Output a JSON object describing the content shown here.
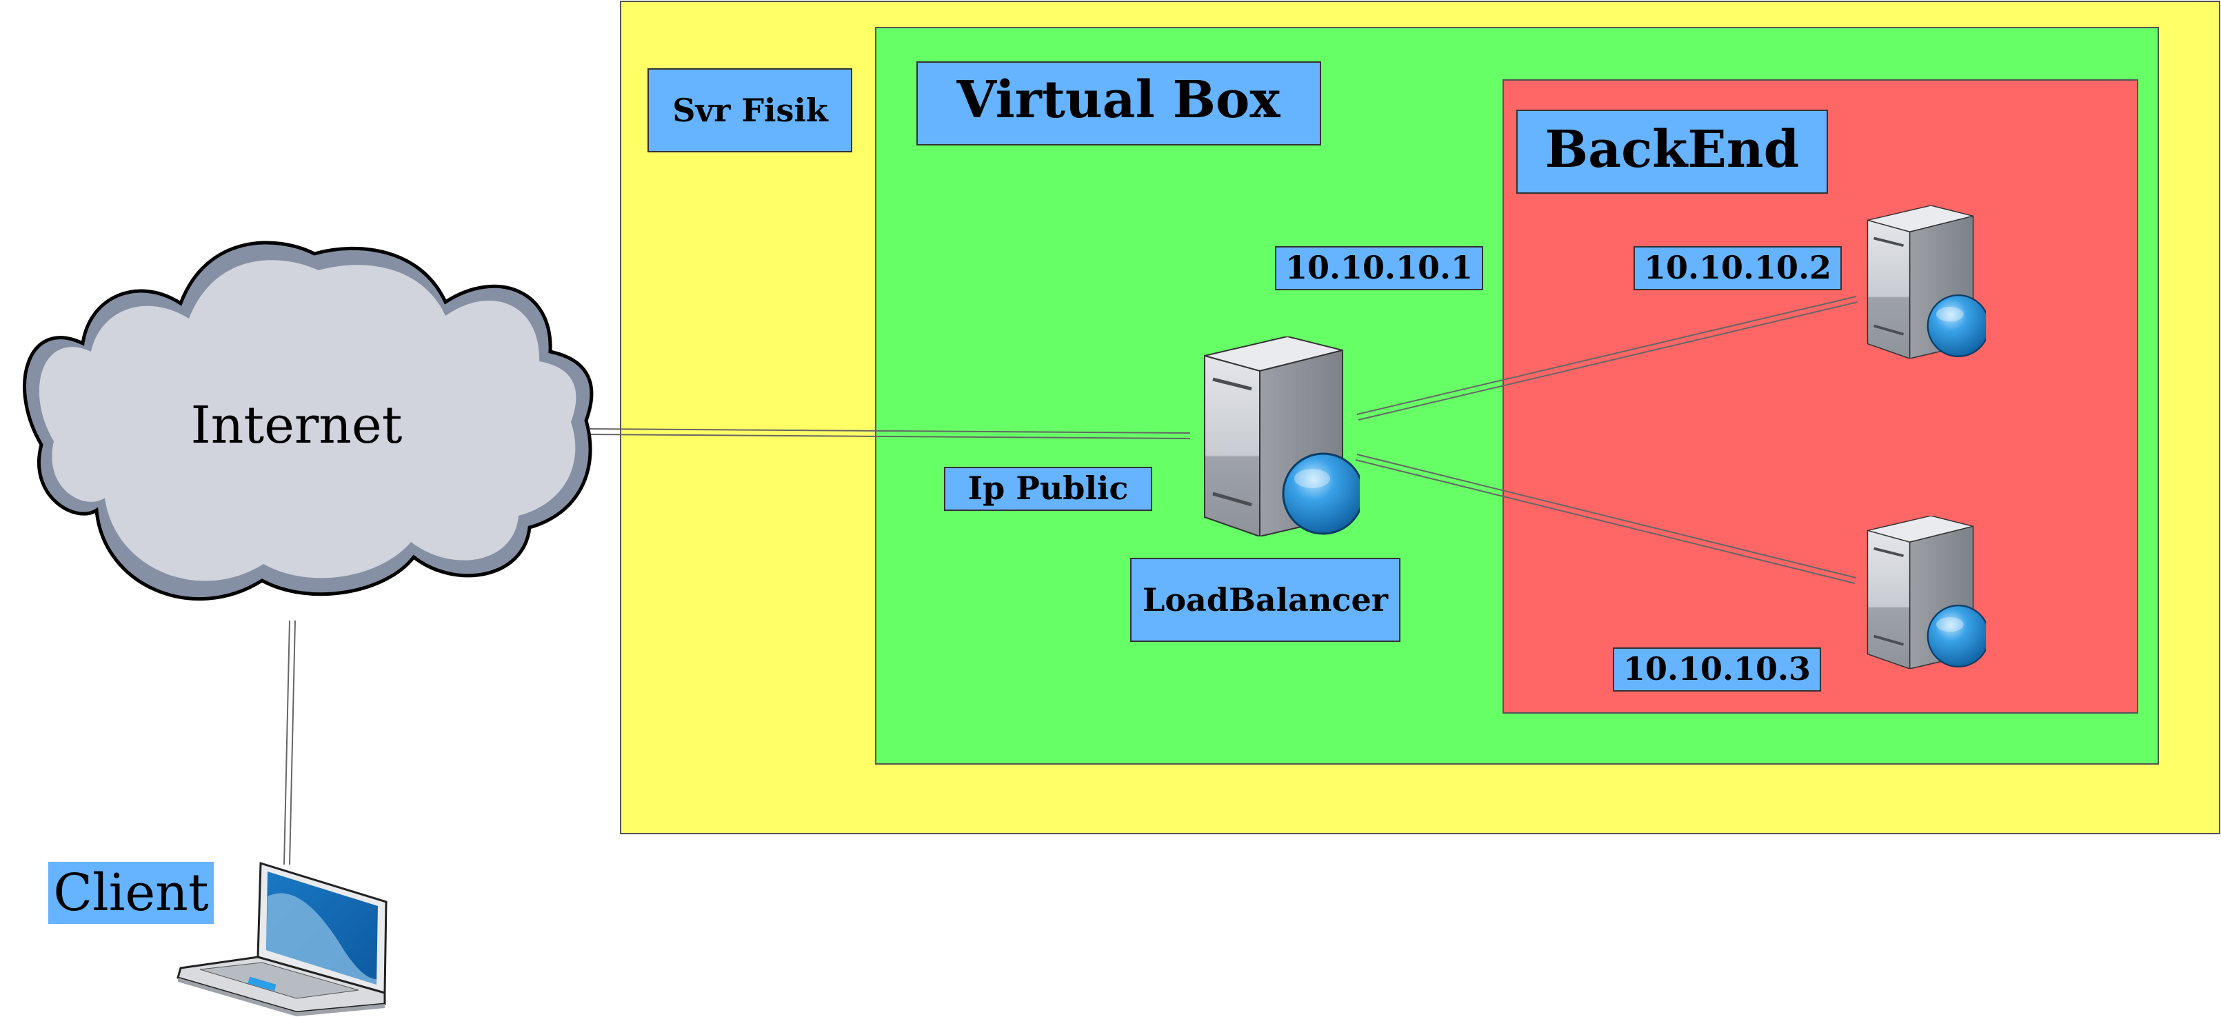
{
  "colors": {
    "svr_fisik_zone": "#ffff66",
    "virtual_box_zone": "#66ff66",
    "backend_zone": "#ff6666",
    "label_box": "#66b3ff",
    "cloud_fill": "#d1d4dc",
    "cloud_outline": "#8690a4",
    "globe": "#1f86d0",
    "server_body": "#c9cbd0"
  },
  "icons": {
    "cloud": "cloud-icon",
    "server": "server-globe-icon",
    "laptop": "laptop-icon"
  },
  "zones": {
    "svr_fisik": "Svr Fisik",
    "virtual_box": "Virtual Box",
    "backend": "BackEnd"
  },
  "nodes": {
    "internet": "Internet",
    "client": "Client",
    "load_balancer": "LoadBalancer",
    "ip_public": "Ip Public",
    "lb_ip": "10.10.10.1",
    "backend1_ip": "10.10.10.2",
    "backend2_ip": "10.10.10.3"
  }
}
